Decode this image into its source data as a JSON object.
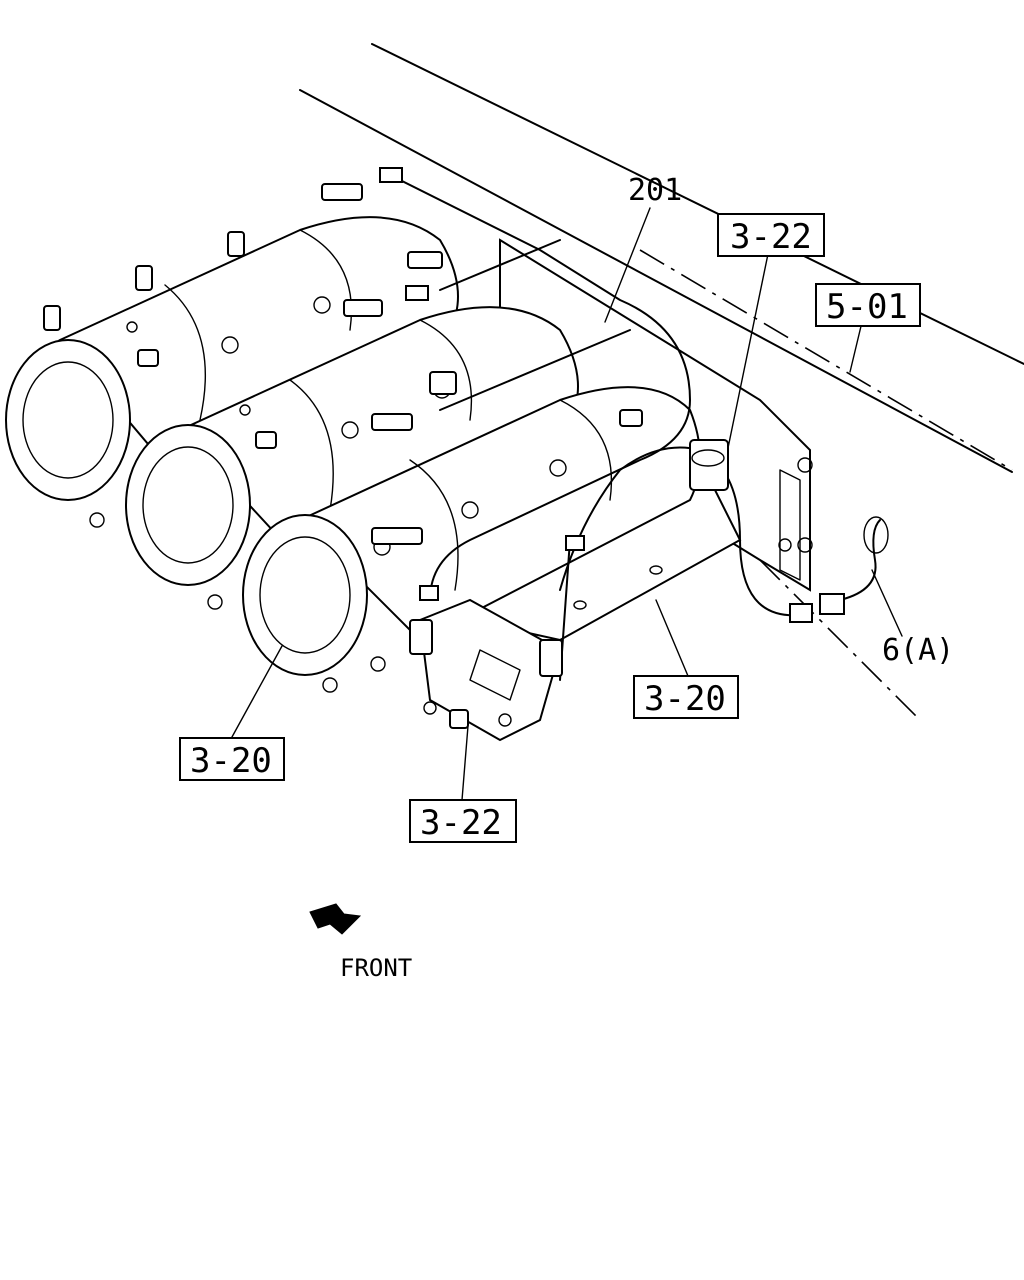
{
  "callouts": {
    "label_201": "201",
    "label_3_22_top": "3-22",
    "label_5_01": "5-01",
    "label_6a": "6(A)",
    "label_3_20_right": "3-20",
    "label_3_20_left": "3-20",
    "label_3_22_bottom": "3-22"
  },
  "direction": {
    "arrow_icon": "front-arrow-icon",
    "text": "FRONT"
  }
}
